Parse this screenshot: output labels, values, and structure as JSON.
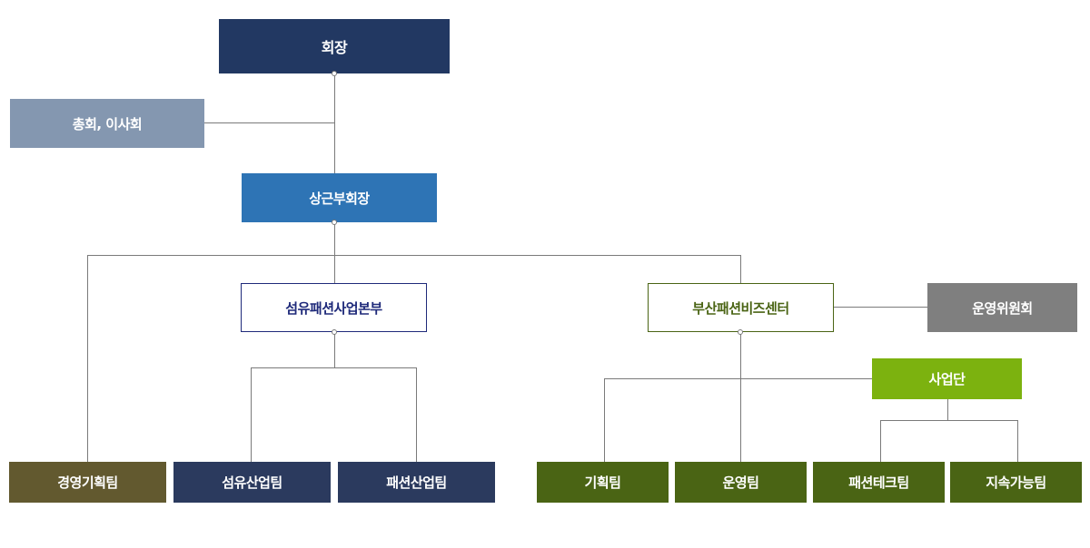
{
  "org_chart": {
    "chairman": "회장",
    "general_assembly": "총회, 이사회",
    "vice_chairman": "상근부회장",
    "textile_fashion_hq": "섬유패션사업본부",
    "busan_fashion_center": "부산패션비즈센터",
    "steering_committee": "운영위원회",
    "business_group": "사업단",
    "teams": {
      "management_planning": "경영기획팀",
      "textile_industry": "섬유산업팀",
      "fashion_industry": "패션산업팀",
      "planning": "기획팀",
      "operations": "운영팀",
      "fashion_tech": "패션테크팀",
      "sustainability": "지속가능팀"
    }
  },
  "colors": {
    "chairman": "#223862",
    "general_assembly": "#8497b0",
    "vice_chairman": "#2e74b5",
    "textile_hq_border": "#1f2a7a",
    "busan_center_border": "#4a6414",
    "steering_committee": "#7f7f7f",
    "business_group": "#7cb20f",
    "management_team": "#62592f",
    "textile_teams": "#2b3a5e",
    "busan_teams": "#4a6414",
    "connector": "#7a7a7a"
  }
}
